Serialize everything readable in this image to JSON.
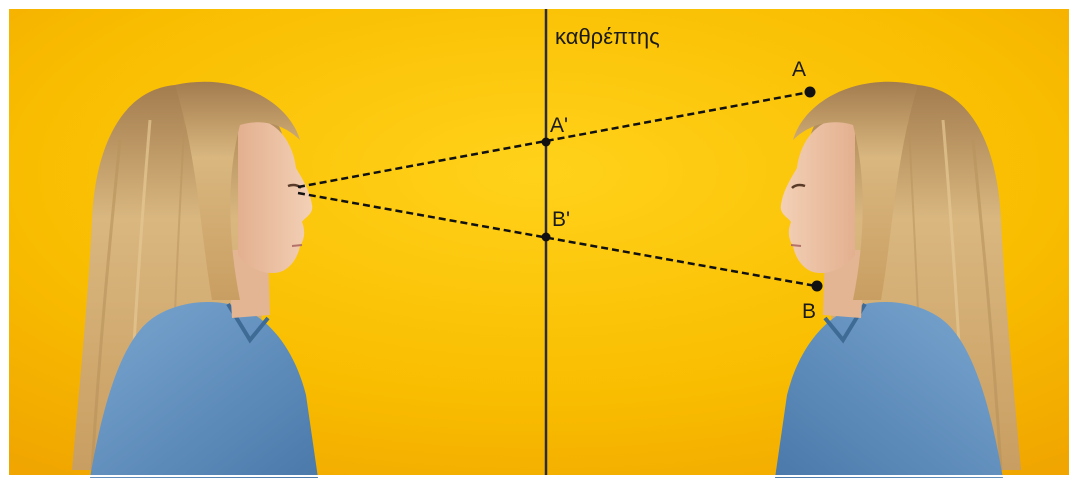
{
  "mirror": {
    "label": "καθρέπτης"
  },
  "points": {
    "A": "A",
    "B": "B",
    "A_prime": "A'",
    "B_prime": "B'"
  },
  "colors": {
    "background": "#f9b900",
    "mirror_line": "#2c2c2c",
    "sight_line": "#111111",
    "hair": "#d4ae76",
    "skin": "#edc2a3",
    "shirt": "#5f8fbd"
  }
}
